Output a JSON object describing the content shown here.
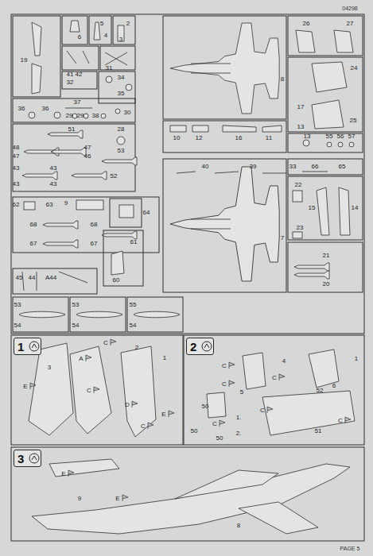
{
  "diagram": {
    "nodes": [
      {
        "text": [
          "1"
        ]
      },
      {
        "text": [
          "2"
        ]
      },
      {
        "text": [
          "3"
        ]
      }
    ],
    "labels": [
      "04298",
      "19",
      "6",
      "5",
      "4",
      "3",
      "2",
      "26",
      "27",
      "8",
      "24",
      "31",
      "41",
      "42",
      "32",
      "34",
      "35",
      "17",
      "13",
      "25",
      "36",
      "36",
      "37",
      "29",
      "29",
      "38",
      "30",
      "10",
      "12",
      "16",
      "11",
      "13",
      "55",
      "56",
      "57",
      "51",
      "28",
      "48",
      "47",
      "47",
      "46",
      "53",
      "43",
      "43",
      "43",
      "43",
      "52",
      "40",
      "39",
      "33",
      "66",
      "65",
      "22",
      "15",
      "14",
      "7",
      "23",
      "62",
      "63",
      "9",
      "64",
      "68",
      "68",
      "67",
      "67",
      "61",
      "60",
      "21",
      "20",
      "45",
      "44",
      "A44",
      "53",
      "54",
      "53",
      "54",
      "55",
      "54",
      "C",
      "2",
      "3",
      "A",
      "1",
      "E",
      "C",
      "D",
      "E",
      "C",
      "C",
      "4",
      "C",
      "5",
      "C",
      "50",
      "C",
      "1.",
      "2.",
      "50",
      "50",
      "52",
      "C",
      "1",
      "6",
      "51",
      "C",
      "E",
      "9",
      "E",
      "8",
      "PAGE 5"
    ]
  }
}
